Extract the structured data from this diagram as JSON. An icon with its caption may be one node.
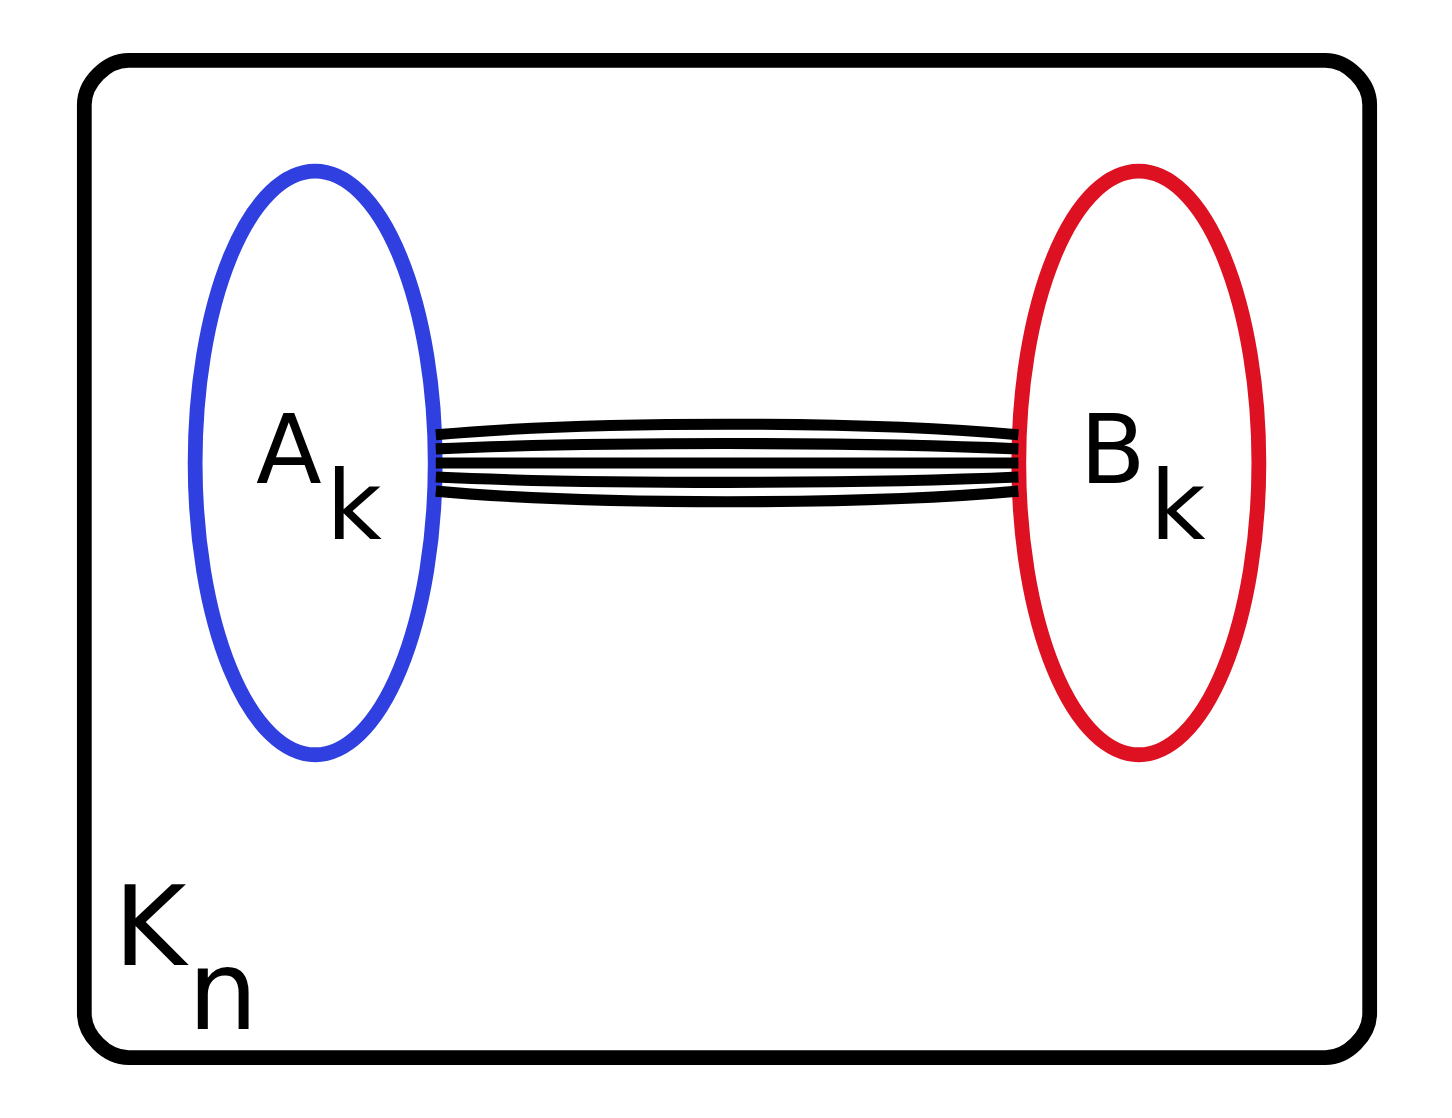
{
  "diagram": {
    "nodes": [
      {
        "text": [
          "K$_{n}$"
        ]
      },
      {
        "text": [
          "A$_{k}$"
        ],
        "in": 0
      },
      {
        "text": [
          "B$_{k}$"
        ],
        "in": 0
      }
    ],
    "edges": [
      {
        "from": 1,
        "to": 2,
        "arrow": "none"
      },
      {
        "from": 1,
        "to": 2,
        "arrow": "none"
      },
      {
        "from": 1,
        "to": 2,
        "arrow": "none"
      },
      {
        "from": 1,
        "to": 2,
        "arrow": "none"
      },
      {
        "from": 1,
        "to": 2,
        "arrow": "none"
      }
    ]
  }
}
